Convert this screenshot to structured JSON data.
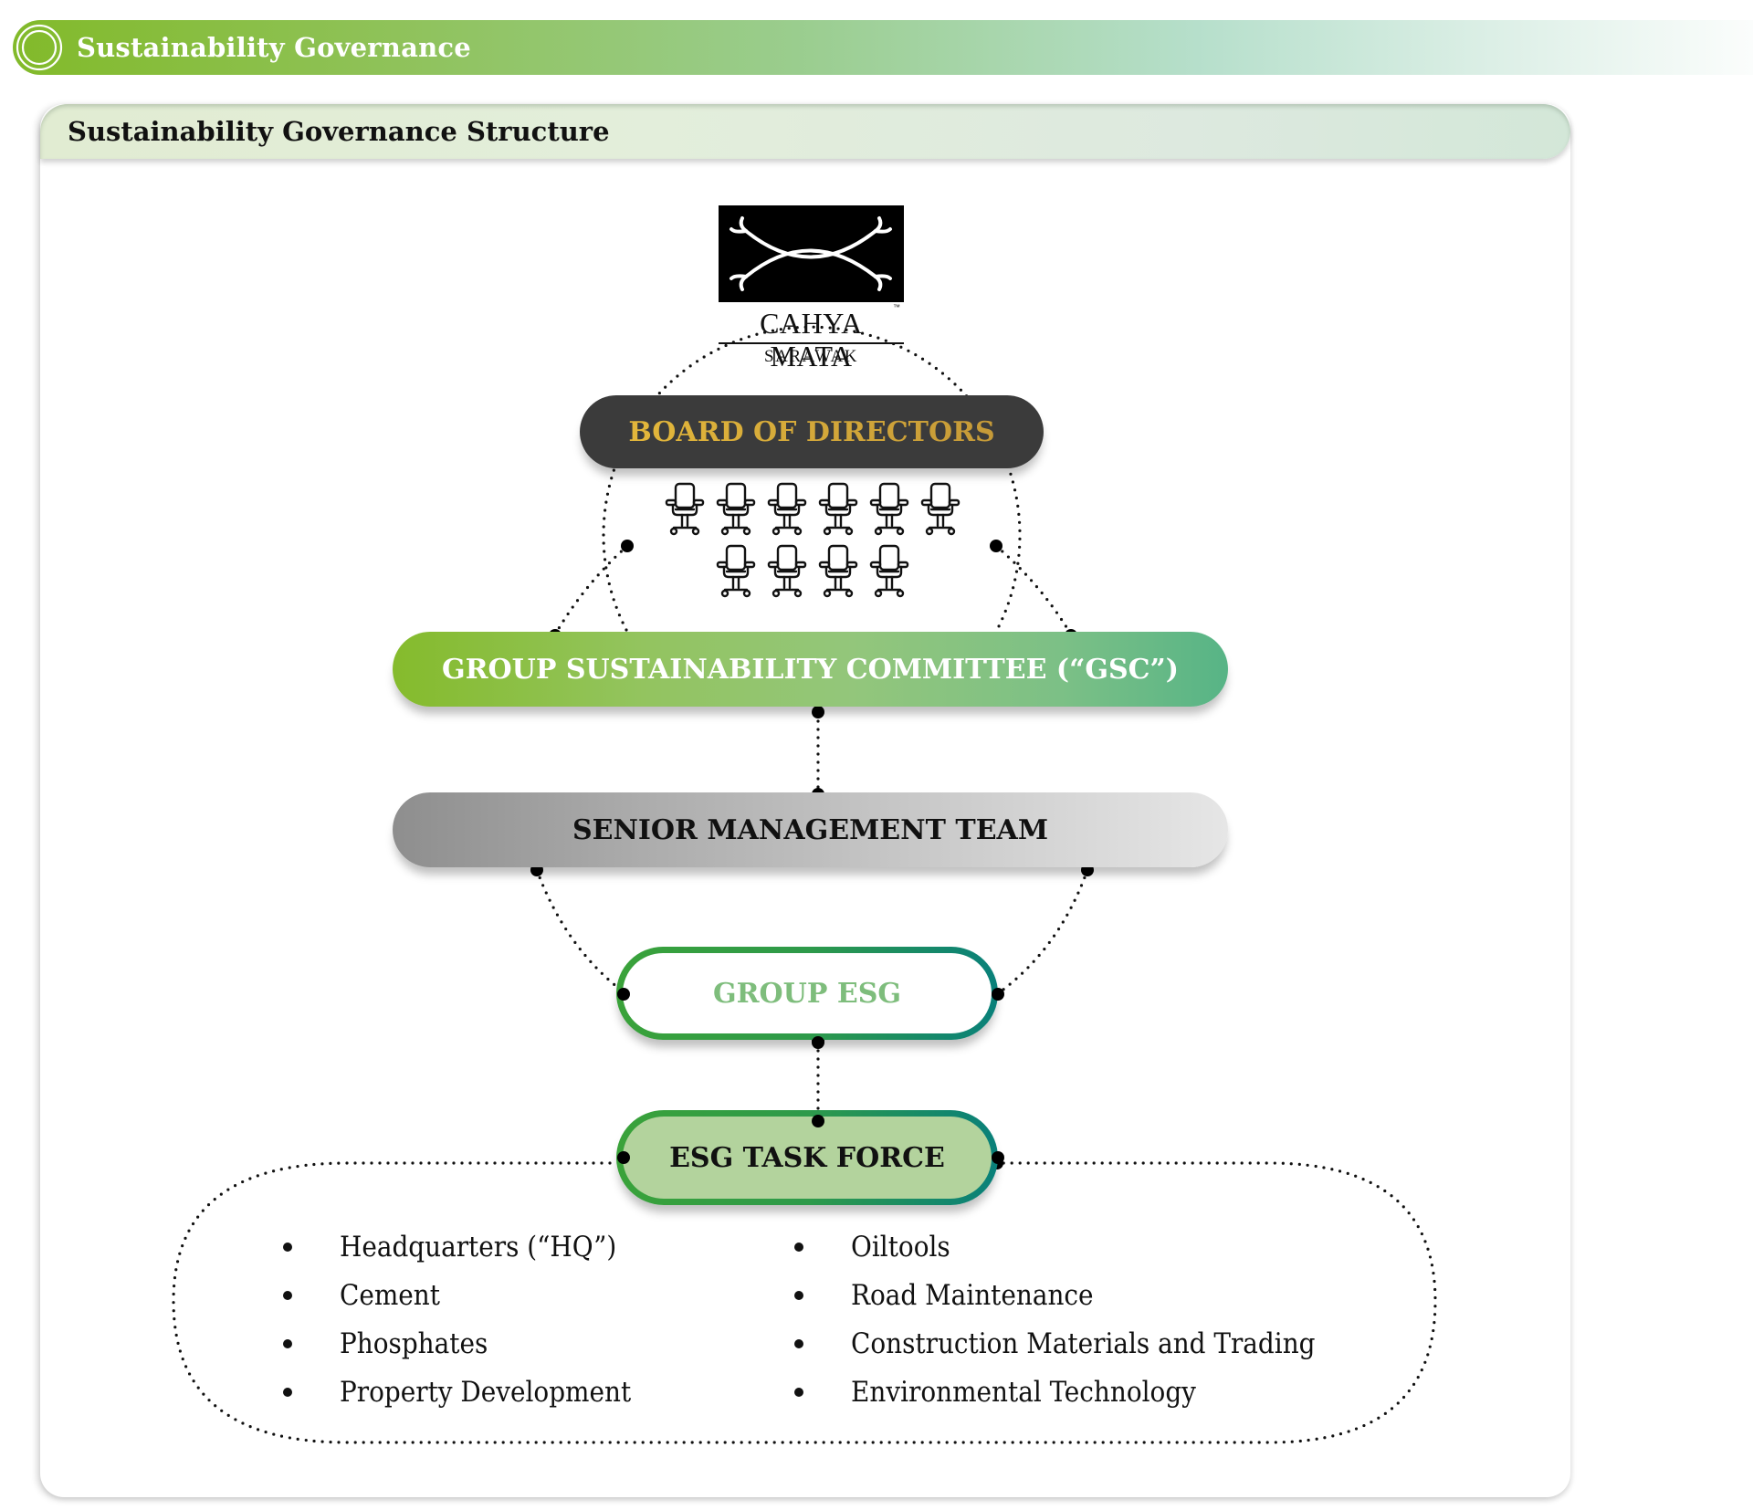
{
  "header": {
    "title": "Sustainability Governance",
    "icon": "concentric-circle-icon",
    "accent": "#82ba2a"
  },
  "section": {
    "title": "Sustainability Governance Structure"
  },
  "logo": {
    "name": "CAHYA MATA",
    "trademark": "™",
    "subtitle": "SARAWAK",
    "emblem": "crossed-trident-emblem-icon"
  },
  "org_chart": {
    "board": {
      "label": "BOARD OF DIRECTORS",
      "color": "#3b3b3b",
      "text_color": "#d4aa3a",
      "seat_count": 10,
      "seat_icon": "office-chair-icon"
    },
    "committee": {
      "label": "GROUP SUSTAINABILITY COMMITTEE (“GSC”)",
      "color_start": "#85bb2c",
      "color_end": "#57b486"
    },
    "senior_management": {
      "label": "SENIOR MANAGEMENT TEAM",
      "color_start": "#8e8e8e",
      "color_end": "#e6e6e6"
    },
    "group_esg": {
      "label": "GROUP ESG",
      "text_color": "#7ebd7c",
      "border_start": "#3aa23a",
      "border_end": "#09807a"
    },
    "task_force": {
      "label": "ESG TASK FORCE",
      "fill": "#b3d39d",
      "border_start": "#3aa23a",
      "border_end": "#09807a"
    },
    "task_force_units": {
      "left": [
        "Headquarters (“HQ”)",
        "Cement",
        "Phosphates",
        "Property Development"
      ],
      "right": [
        "Oiltools",
        "Road Maintenance",
        "Construction Materials and Trading",
        "Environmental Technology"
      ]
    }
  }
}
